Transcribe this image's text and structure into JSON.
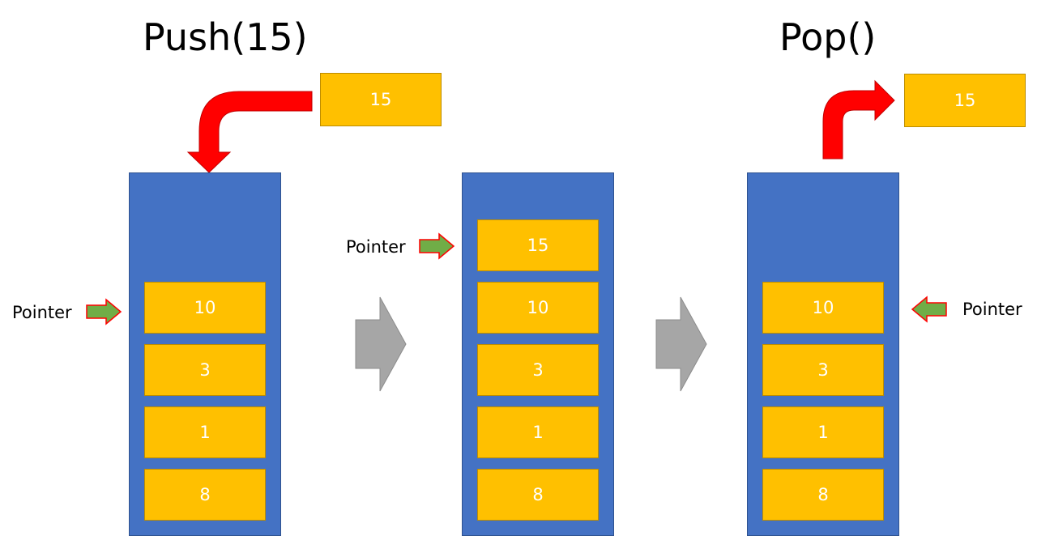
{
  "titles": {
    "push": "Push(15)",
    "pop": "Pop()"
  },
  "push_value": "15",
  "pop_value": "15",
  "pointer_label": "Pointer",
  "stacks": [
    {
      "cells": [
        "10",
        "3",
        "1",
        "8"
      ]
    },
    {
      "cells": [
        "15",
        "10",
        "3",
        "1",
        "8"
      ]
    },
    {
      "cells": [
        "10",
        "3",
        "1",
        "8"
      ]
    }
  ],
  "colors": {
    "stack": "#4472C4",
    "cell": "#FFC000",
    "pointer_arrow": "#70AD47",
    "pointer_arrow_border": "#FF0000",
    "action_arrow": "#FF0000",
    "transition_arrow": "#A6A6A6"
  }
}
